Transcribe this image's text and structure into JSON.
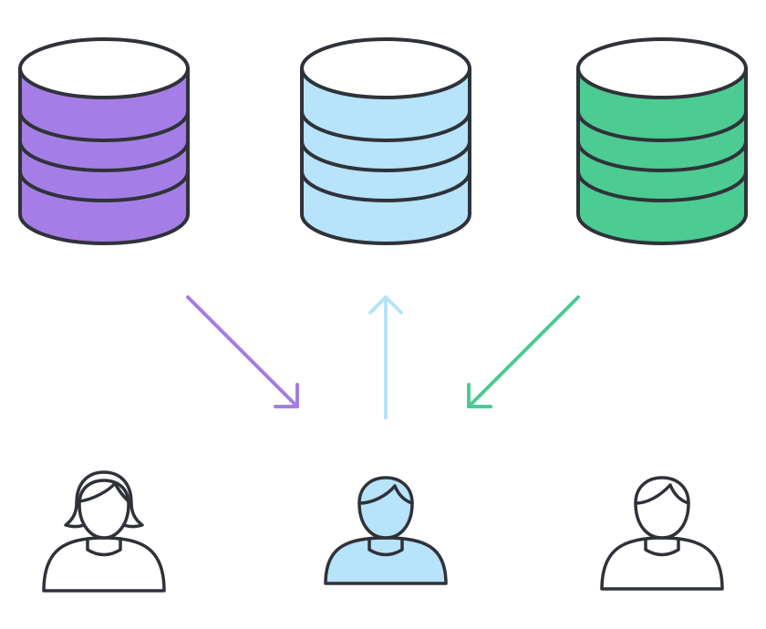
{
  "databases": [
    {
      "name": "database-purple",
      "color": "#a47ee6"
    },
    {
      "name": "database-blue",
      "color": "#b7e3fb"
    },
    {
      "name": "database-green",
      "color": "#4ccb93"
    }
  ],
  "arrows": [
    {
      "name": "arrow-purple-down",
      "color": "#a47ee6",
      "direction": "database-to-user"
    },
    {
      "name": "arrow-blue-up",
      "color": "#b7e3fb",
      "direction": "user-to-database"
    },
    {
      "name": "arrow-green-down",
      "color": "#4ccb93",
      "direction": "database-to-user"
    }
  ],
  "users": [
    {
      "name": "user-left",
      "fill": "#ffffff",
      "hair": "long"
    },
    {
      "name": "user-center",
      "fill": "#b7e3fb",
      "hair": "swept"
    },
    {
      "name": "user-right",
      "fill": "#ffffff",
      "hair": "short"
    }
  ],
  "style": {
    "stroke": "#2f3238",
    "background": "#ffffff"
  }
}
